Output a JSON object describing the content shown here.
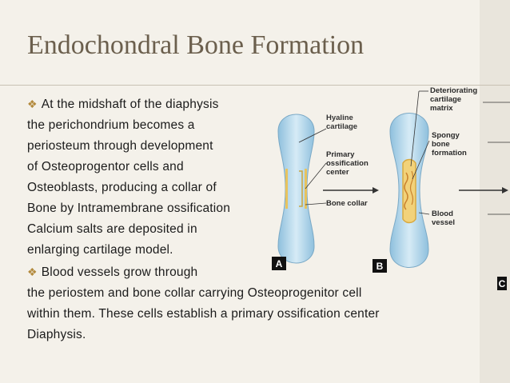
{
  "slide": {
    "title": "Endochondral Bone Formation",
    "lines": [
      {
        "bullet": true,
        "text": "At the midshaft of the diaphysis"
      },
      {
        "bullet": false,
        "text": "the perichondrium becomes a"
      },
      {
        "bullet": false,
        "text": "periosteum through development"
      },
      {
        "bullet": false,
        "text": "of Osteoprogentor cells and"
      },
      {
        "bullet": false,
        "text": "Osteoblasts, producing a collar of"
      },
      {
        "bullet": false,
        "text": "Bone by Intramembrane ossification"
      },
      {
        "bullet": false,
        "text": "Calcium salts are deposited in"
      },
      {
        "bullet": false,
        "text": "enlarging cartilage model."
      },
      {
        "bullet": true,
        "text": "Blood vessels grow through"
      },
      {
        "bullet": false,
        "text": "the periostem and bone collar carrying Osteoprogenitor cell"
      },
      {
        "bullet": false,
        "text": "within  them. These cells establish a primary ossification center"
      },
      {
        "bullet": false,
        "text": "Diaphysis."
      }
    ],
    "bullet_glyph": "❖"
  },
  "figure": {
    "labels": {
      "hyaline_cartilage": "Hyaline\ncartilage",
      "primary_ossification_center": "Primary\nossification\ncenter",
      "bone_collar": "Bone collar",
      "deteriorating_cartilage_matrix": "Deteriorating\ncartilage\nmatrix",
      "spongy_bone_formation": "Spongy\nbone\nformation",
      "blood_vessel": "Blood\nvessel"
    },
    "panels": [
      "A",
      "B",
      "C"
    ]
  },
  "colors": {
    "title": "#6b5f4d",
    "bullet": "#b38a3d",
    "cartilage": "#a9cfe6",
    "bone_collar": "#f2d27a",
    "background": "#f4f1ea"
  }
}
